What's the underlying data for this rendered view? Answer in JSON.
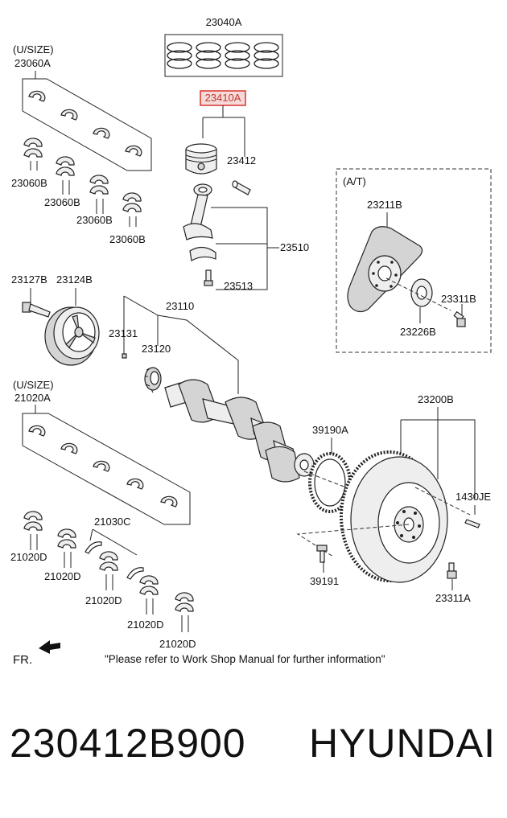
{
  "diagram": {
    "labels": {
      "piston_rings": "23040A",
      "piston_assy": "23410A",
      "piston_pin": "23412",
      "conrod": "23510",
      "conrod_bolt": "23513",
      "undersize_top": "(U/SIZE)",
      "conrod_bearing_set": "23060A",
      "conrod_bearing_1": "23060B",
      "conrod_bearing_2": "23060B",
      "conrod_bearing_3": "23060B",
      "conrod_bearing_4": "23060B",
      "at_group": "(A/T)",
      "drive_plate": "23211B",
      "drive_plate_bolt": "23311B",
      "drive_plate_adapter": "23226B",
      "pulley_bolt": "23127B",
      "damper_pulley": "23124B",
      "crankshaft_assy": "23110",
      "key": "23131",
      "sprocket": "23120",
      "undersize_bottom": "(U/SIZE)",
      "main_bearing_set": "21020A",
      "flywheel": "23200B",
      "ring_gear_flex": "39190A",
      "dowel": "1430JE",
      "thrust_washer": "21030C",
      "main_bearing_1": "21020D",
      "main_bearing_2": "21020D",
      "main_bearing_3": "21020D",
      "main_bearing_4": "21020D",
      "main_bearing_5": "21020D",
      "sensor_bolt": "39191",
      "flywheel_bolt": "23311A",
      "front_indicator": "FR.",
      "note": "\"Please refer to Work Shop Manual for further information\""
    },
    "highlight_color": "#d9342b"
  },
  "footer": {
    "part_number": "230412B900",
    "brand": "HYUNDAI"
  }
}
